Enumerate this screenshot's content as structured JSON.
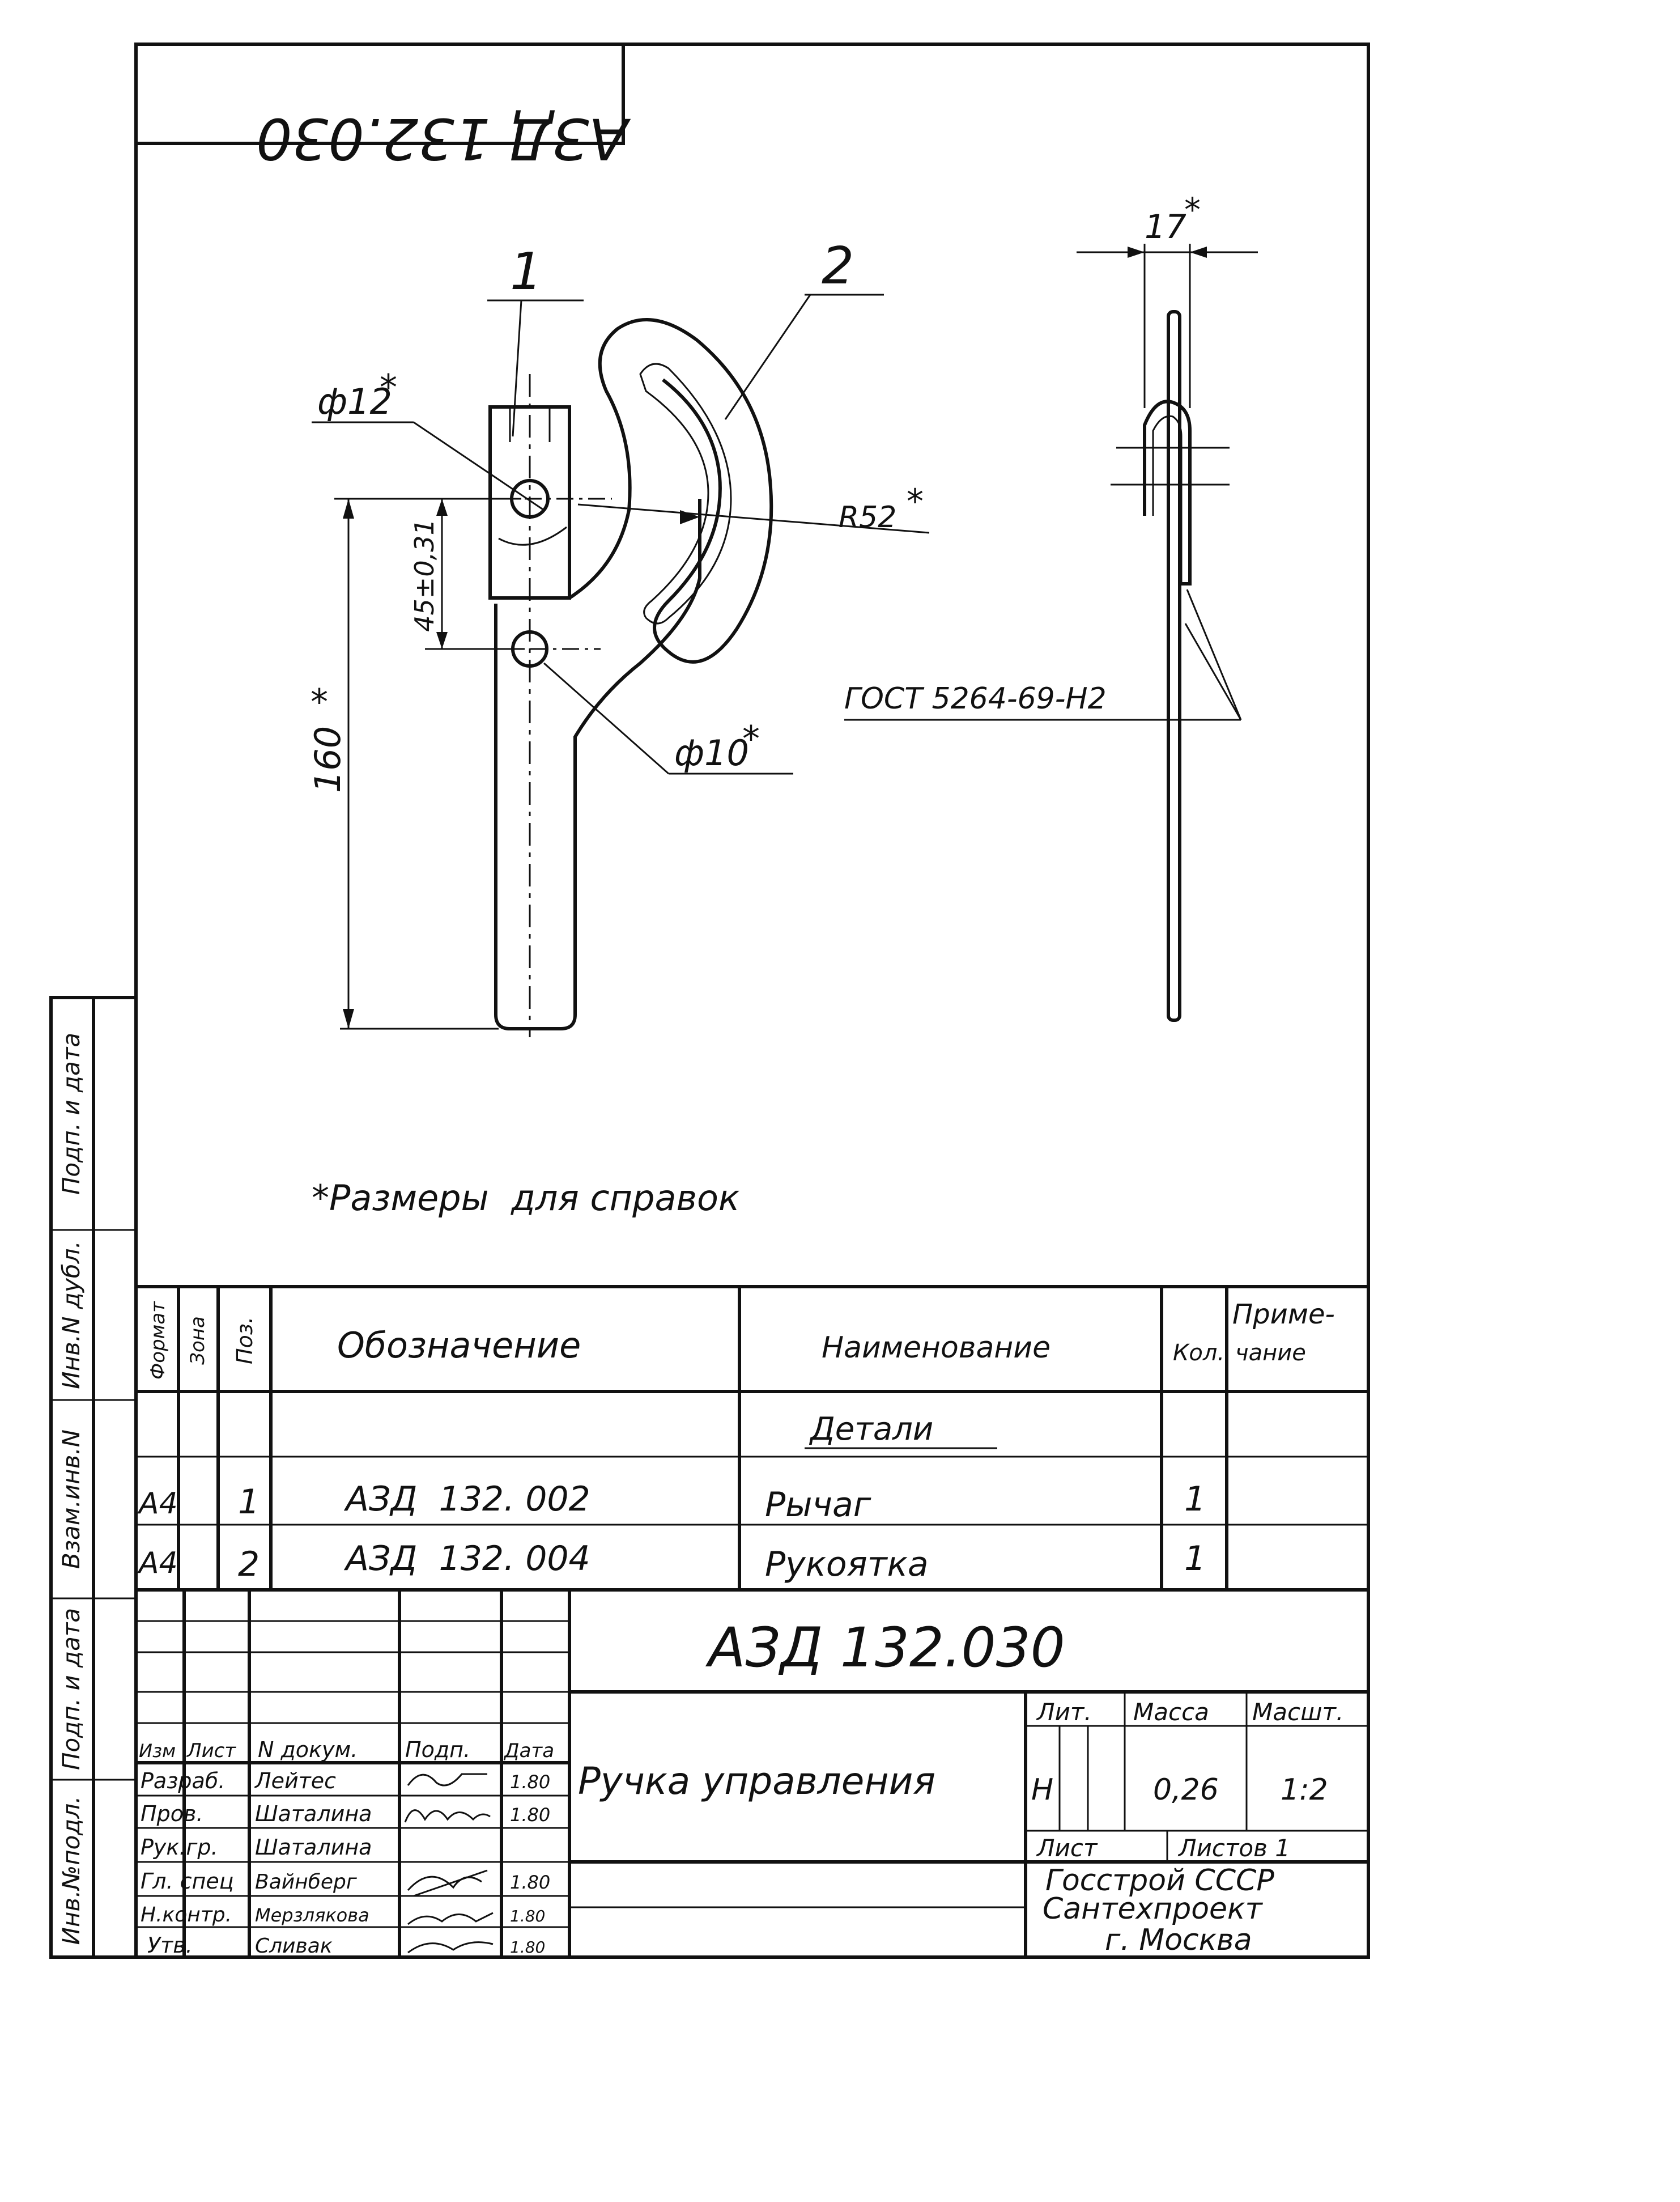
{
  "stamp_code": "АЗД 132.030",
  "drawing": {
    "leader_1": "1",
    "leader_2": "2",
    "dim_d12": "ф12",
    "dim_r52": "R52",
    "dim_45": "45±0,31",
    "dim_160": "160",
    "dim_d10": "ф10",
    "dim_17": "17",
    "star": "*",
    "gost": "ГОСТ 5264-69-Н2",
    "note": "*Размеры  для справок"
  },
  "side_labels": {
    "inv_podl": "Инв.№подл.",
    "podp_data_1": "Подп. и дата",
    "vzam_inv": "Взам.инв.N",
    "inv_dubl": "Инв.N дубл.",
    "podp_data_2": "Подп. и дата"
  },
  "spec": {
    "headers": {
      "format": "Формат",
      "zona": "Зона",
      "poz": "Поз.",
      "oboznachenie": "Обозначение",
      "naimenovanie": "Наименование",
      "kol": "Кол.",
      "primechanie_1": "Приме-",
      "primechanie_2": "чание"
    },
    "section": "Детали",
    "rows": [
      {
        "format": "А4",
        "poz": "1",
        "code": "АЗД  132. 002",
        "name": "Рычаг",
        "qty": "1"
      },
      {
        "format": "А4",
        "poz": "2",
        "code": "АЗД  132. 004",
        "name": "Рукоятка",
        "qty": "1"
      }
    ]
  },
  "title_block": {
    "code": "АЗД 132.030",
    "product_name": "Ручка управления",
    "col_headers": {
      "izm": "Изм",
      "list": "Лист",
      "n_dokum": "N докум.",
      "podp": "Подп.",
      "data": "Дата"
    },
    "roles": [
      {
        "role": "Разраб.",
        "name": "Лейтес",
        "date": "1.80"
      },
      {
        "role": "Пров.",
        "name": "Шаталина",
        "date": "1.80"
      },
      {
        "role": "Рук.гр.",
        "name": "Шаталина",
        "date": ""
      },
      {
        "role": "Гл. спец",
        "name": "Вайнберг",
        "date": "1.80"
      },
      {
        "role": "Н.контр.",
        "name": "Мерзлякова",
        "date": "1.80"
      },
      {
        "role": "Утв.",
        "name": "Сливак",
        "date": "1.80"
      }
    ],
    "lit_label": "Лит.",
    "massa_label": "Масса",
    "masshtab_label": "Масшт.",
    "lit_value": "Н",
    "massa_value": "0,26",
    "masshtab_value": "1:2",
    "list_label": "Лист",
    "listov_label": "Листов 1",
    "org_1": "Госстрой СССР",
    "org_2": "Сантехпроект",
    "org_3": "г. Москва"
  }
}
